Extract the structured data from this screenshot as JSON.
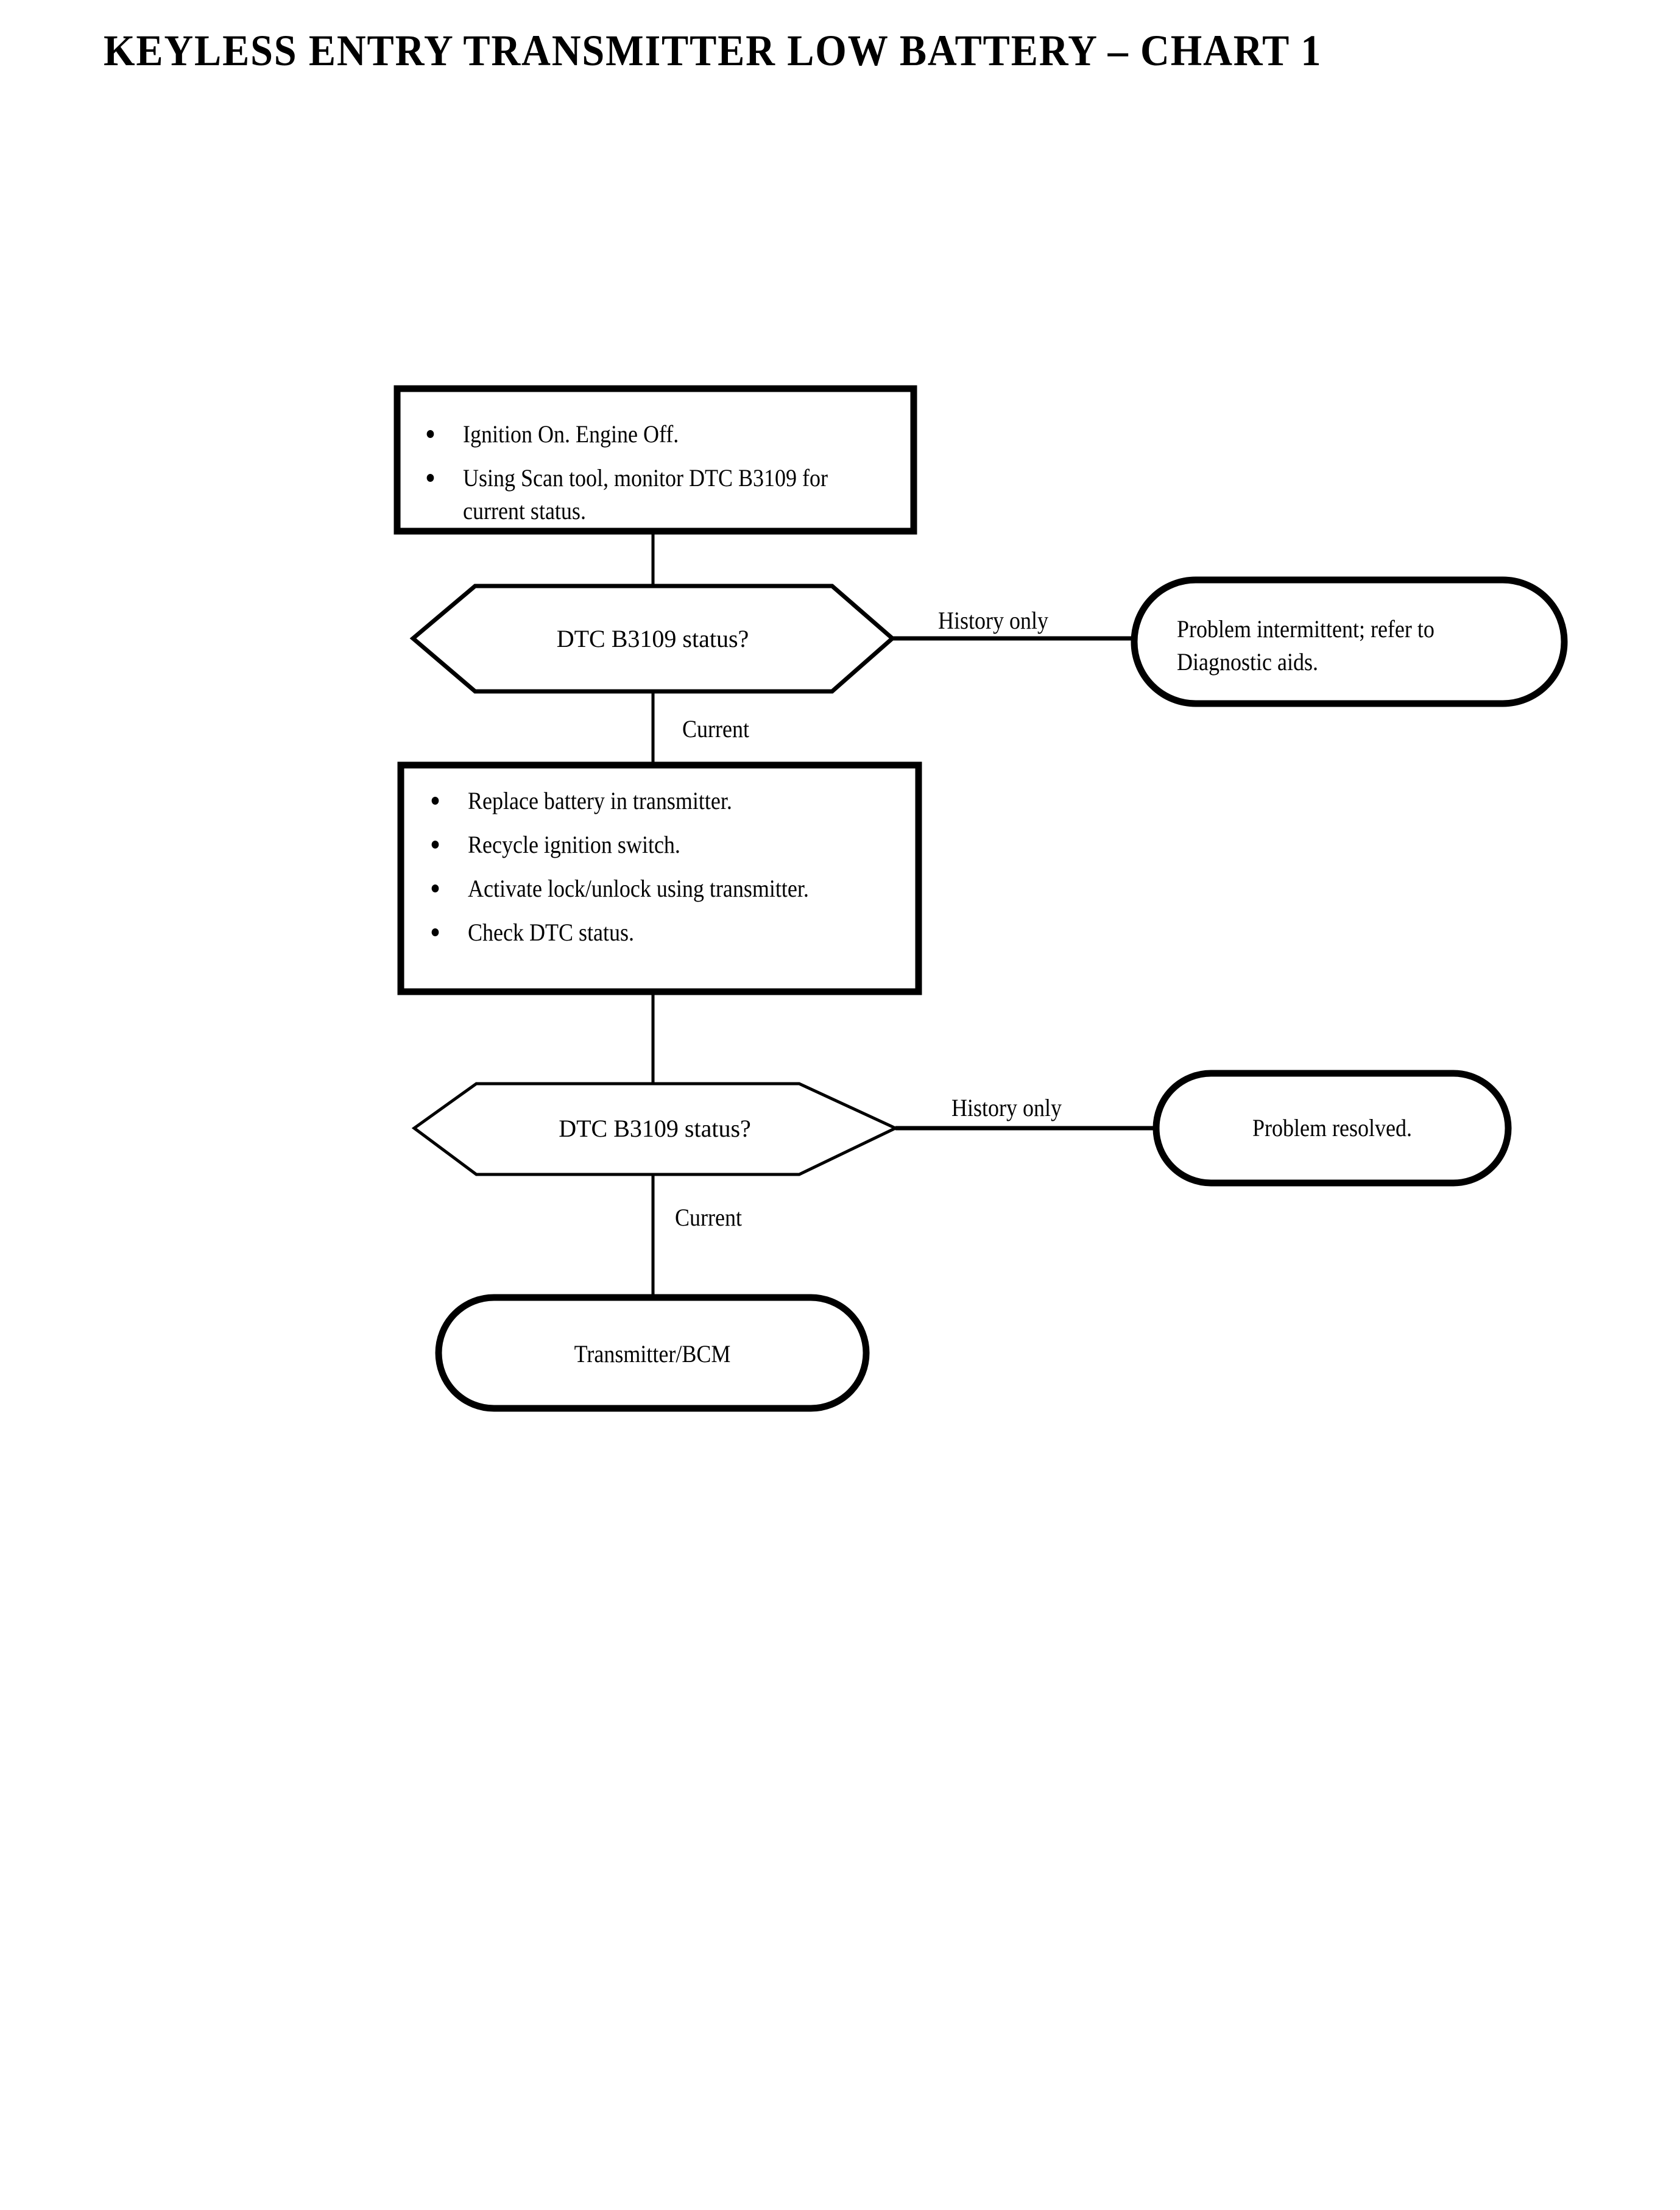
{
  "document": {
    "title": "KEYLESS ENTRY TRANSMITTER LOW BATTERY – CHART 1",
    "background_color": "#ffffff",
    "ink_color": "#000000"
  },
  "flowchart": {
    "type": "diagnostic-flowchart",
    "nodes": [
      {
        "id": "step-1",
        "shape": "process-box",
        "bullets": [
          "Ignition On. Engine Off.",
          "Using Scan tool, monitor DTC B3109 for current status."
        ]
      },
      {
        "id": "decision-1",
        "shape": "hexagon",
        "label": "DTC B3109 status?"
      },
      {
        "id": "terminal-intermittent",
        "shape": "stadium",
        "label": "Problem intermittent; refer to Diagnostic aids.",
        "lines": [
          "Problem intermittent; refer to",
          "Diagnostic aids."
        ]
      },
      {
        "id": "step-2",
        "shape": "process-box",
        "bullets": [
          "Replace battery in transmitter.",
          "Recycle ignition switch.",
          "Activate lock/unlock using transmitter.",
          "Check DTC status."
        ]
      },
      {
        "id": "decision-2",
        "shape": "hexagon",
        "label": "DTC B3109 status?"
      },
      {
        "id": "terminal-resolved",
        "shape": "stadium",
        "label": "Problem resolved."
      },
      {
        "id": "terminal-transmitter-bcm",
        "shape": "stadium",
        "label": "Transmitter/BCM"
      }
    ],
    "edges": [
      {
        "id": "edge-step1-decision1",
        "from": "step-1",
        "to": "decision-1",
        "label": ""
      },
      {
        "id": "edge-decision1-intermittent",
        "from": "decision-1",
        "to": "terminal-intermittent",
        "label": "History only"
      },
      {
        "id": "edge-decision1-step2",
        "from": "decision-1",
        "to": "step-2",
        "label": "Current"
      },
      {
        "id": "edge-step2-decision2",
        "from": "step-2",
        "to": "decision-2",
        "label": ""
      },
      {
        "id": "edge-decision2-resolved",
        "from": "decision-2",
        "to": "terminal-resolved",
        "label": "History only"
      },
      {
        "id": "edge-decision2-transmitter",
        "from": "decision-2",
        "to": "terminal-transmitter-bcm",
        "label": "Current"
      }
    ]
  }
}
